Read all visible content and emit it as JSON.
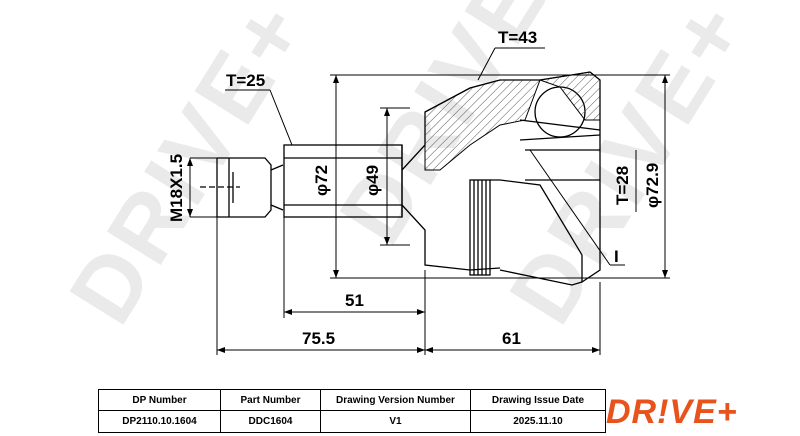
{
  "watermark": "DRIVE+",
  "dimensions": {
    "thread": "M18X1.5",
    "t_outer": "T=25",
    "t_top": "T=43",
    "t_inner": "T=28",
    "d_shaft": "φ72",
    "d_neck": "φ49",
    "d_cup": "φ72.9",
    "marker": "I",
    "len_51": "51",
    "len_75_5": "75.5",
    "len_61": "61"
  },
  "title_block": {
    "headers": [
      "DP Number",
      "Part Number",
      "Drawing Version Number",
      "Drawing Issue Date"
    ],
    "values": [
      "DP2110.10.1604",
      "DDC1604",
      "V1",
      "2025.11.10"
    ]
  },
  "logo": "DR!VE+",
  "colors": {
    "logo": "#e8531d",
    "line": "#000000",
    "hatch": "#555555",
    "watermark": "#d9d9d9"
  }
}
